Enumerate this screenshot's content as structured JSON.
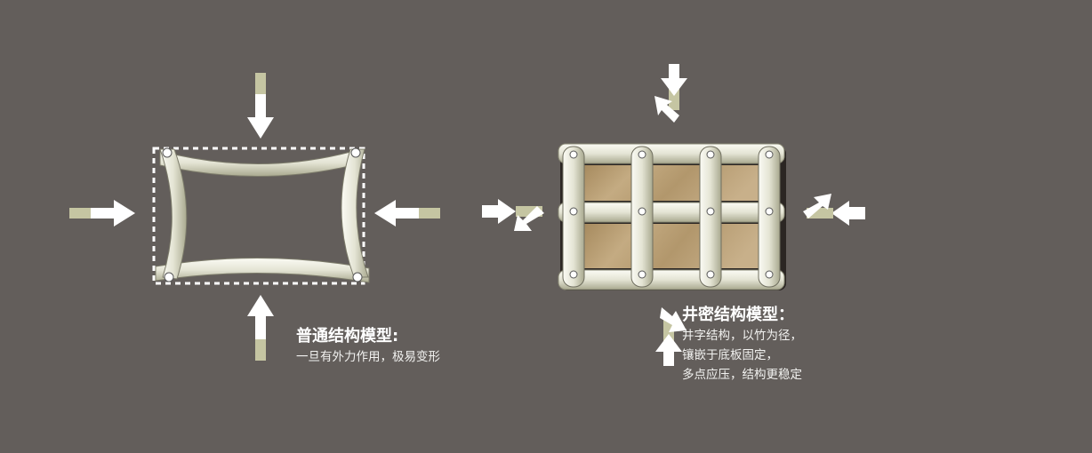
{
  "colors": {
    "background": "#635e5b",
    "bar": "#e6e6d8",
    "arrow": "#ffffff",
    "arrow_tail": "#c5c5a2",
    "wood": "#b59b72"
  },
  "normal_model": {
    "title": "普通结构模型:",
    "lines": [
      "一旦有外力作用，极易变形"
    ]
  },
  "dense_model": {
    "title": "井密结构模型：",
    "lines": [
      "井字结构，以竹为径，",
      "镶嵌于底板固定，",
      "多点应压，结构更稳定"
    ]
  }
}
